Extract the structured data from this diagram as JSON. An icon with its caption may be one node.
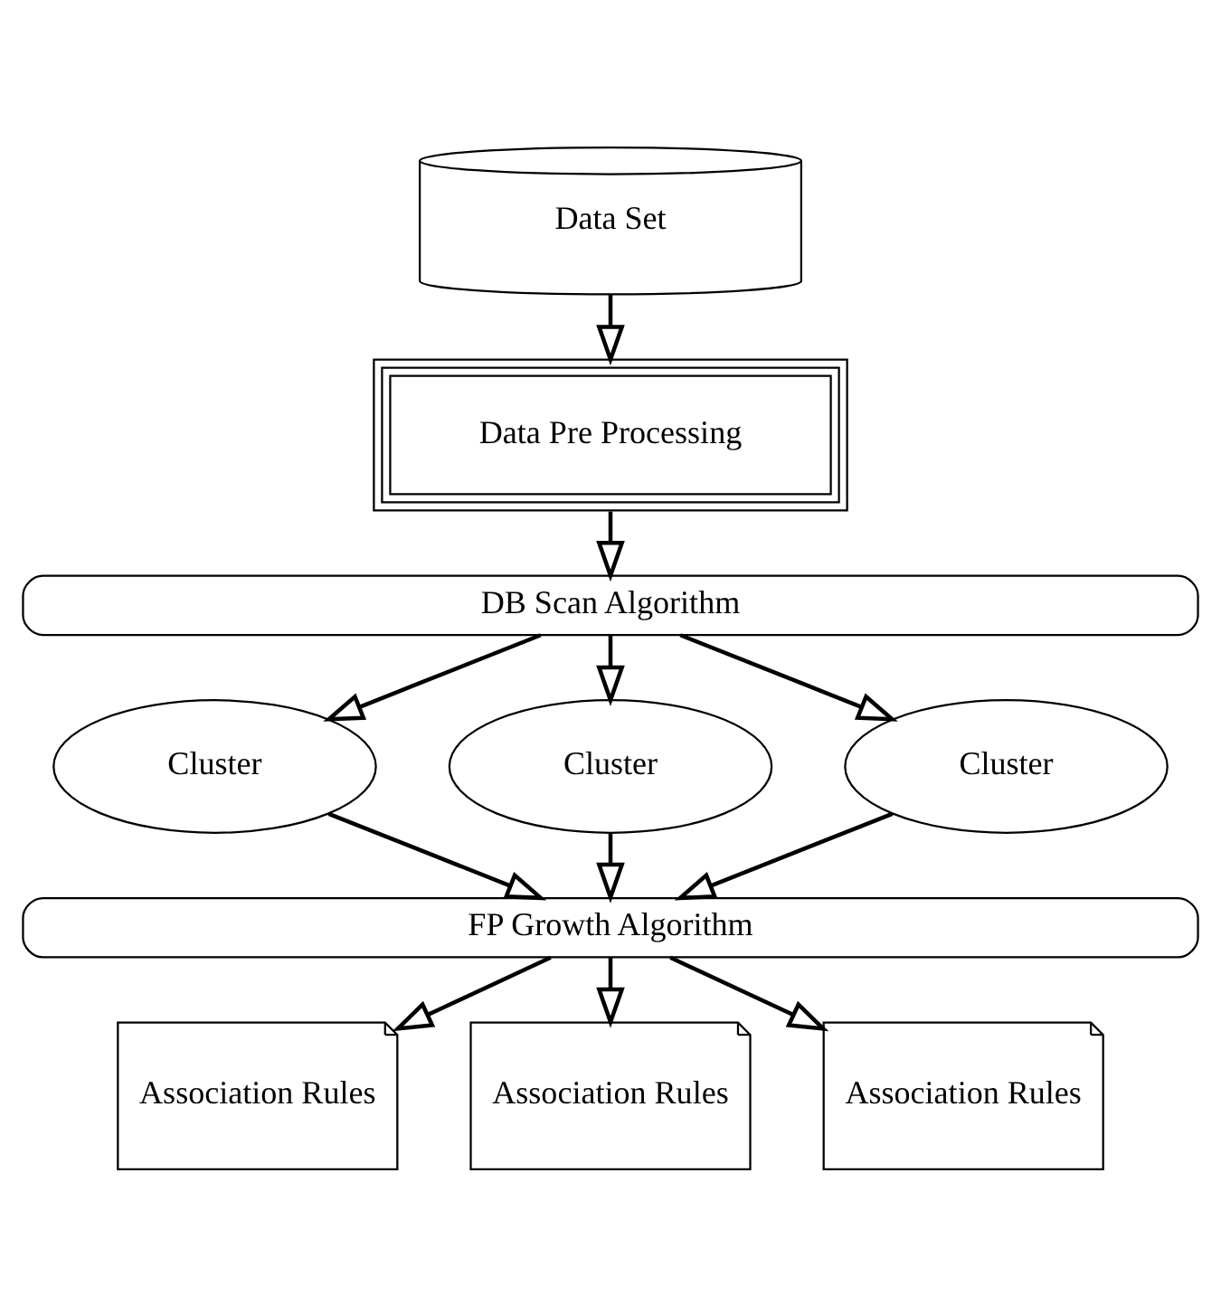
{
  "diagram": {
    "nodes": [
      {
        "text": [
          "Data Set"
        ]
      },
      {
        "text": [
          "Data Pre Processing"
        ]
      },
      {
        "text": [
          "DB Scan Algorithm"
        ]
      },
      {
        "text": [
          "Cluster"
        ]
      },
      {
        "text": [
          "Cluster"
        ]
      },
      {
        "text": [
          "Cluster"
        ]
      },
      {
        "text": [
          "FP Growth Algorithm"
        ]
      },
      {
        "text": [
          "Association Rules"
        ]
      },
      {
        "text": [
          "Association Rules"
        ]
      },
      {
        "text": [
          "Association Rules"
        ]
      }
    ],
    "edges": [
      {
        "from": 0,
        "to": 1,
        "arrow": "to"
      },
      {
        "from": 1,
        "to": 2,
        "arrow": "to"
      },
      {
        "from": 2,
        "to": 3,
        "arrow": "to"
      },
      {
        "from": 2,
        "to": 4,
        "arrow": "to"
      },
      {
        "from": 2,
        "to": 5,
        "arrow": "to"
      },
      {
        "from": 3,
        "to": 6,
        "arrow": "to"
      },
      {
        "from": 4,
        "to": 6,
        "arrow": "to"
      },
      {
        "from": 5,
        "to": 6,
        "arrow": "to"
      },
      {
        "from": 6,
        "to": 7,
        "arrow": "to"
      },
      {
        "from": 6,
        "to": 8,
        "arrow": "to"
      },
      {
        "from": 6,
        "to": 9,
        "arrow": "to"
      }
    ]
  }
}
